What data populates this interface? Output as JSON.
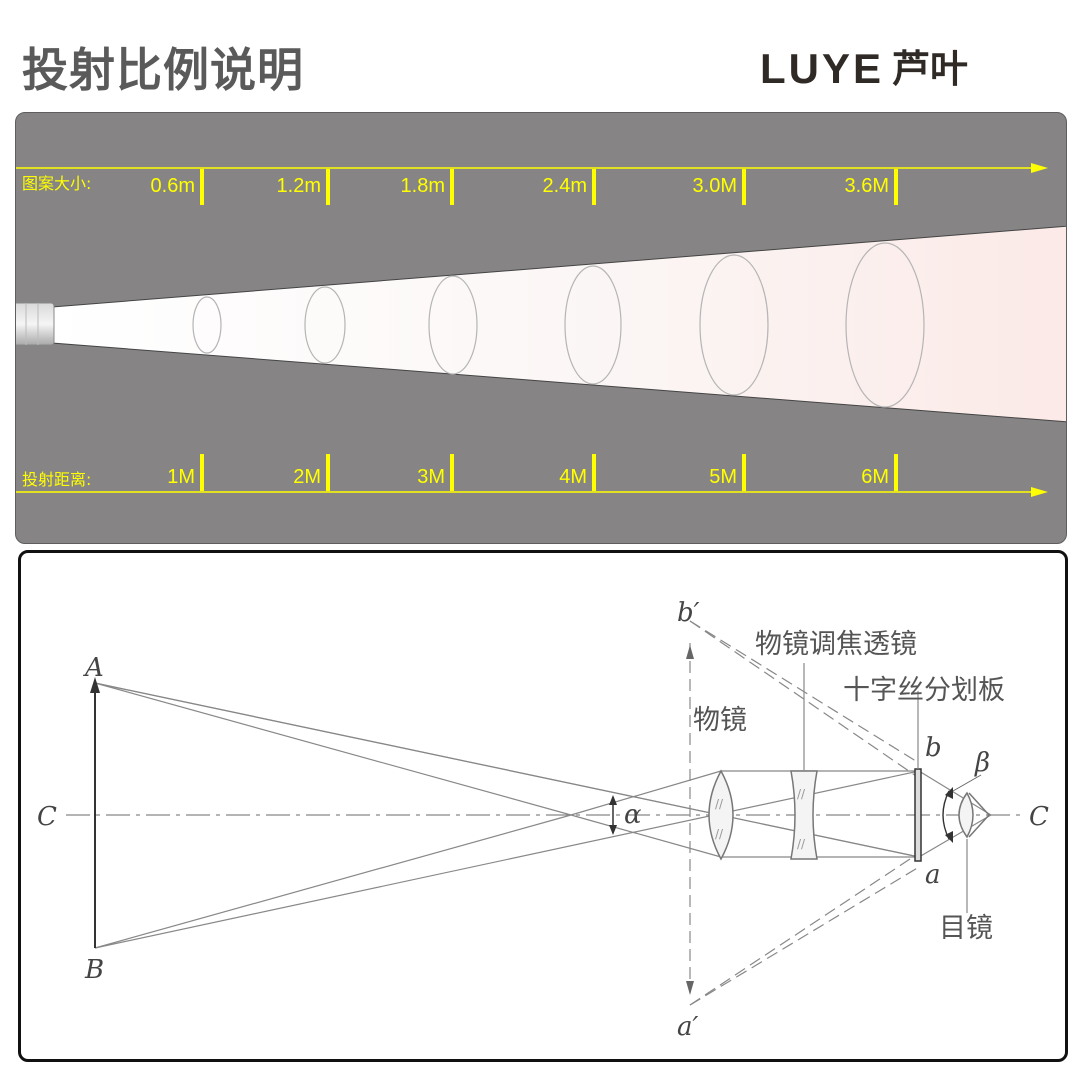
{
  "header": {
    "title": "投射比例说明",
    "brand_latin": "LUYE",
    "brand_cn": "芦叶"
  },
  "projection": {
    "size_label": "图案大小:",
    "sizes": [
      "0.6m",
      "1.2m",
      "1.8m",
      "2.4m",
      "3.0M",
      "3.6M"
    ],
    "distance_label": "投射距离:",
    "distances": [
      "1M",
      "2M",
      "3M",
      "4M",
      "5M",
      "6M"
    ],
    "colors": {
      "panel": "#868484",
      "accent": "#ffff00",
      "beam": "#fdf0ee"
    }
  },
  "optics": {
    "labels": {
      "focusing_lens": "物镜调焦透镜",
      "reticle": "十字丝分划板",
      "objective": "物镜",
      "eyepiece": "目镜"
    },
    "symbols": {
      "A": "A",
      "B": "B",
      "C_left": "C",
      "C_right": "C",
      "a": "a",
      "b": "b",
      "a_prime": "a′",
      "b_prime": "b′",
      "alpha": "α",
      "beta": "β"
    }
  }
}
